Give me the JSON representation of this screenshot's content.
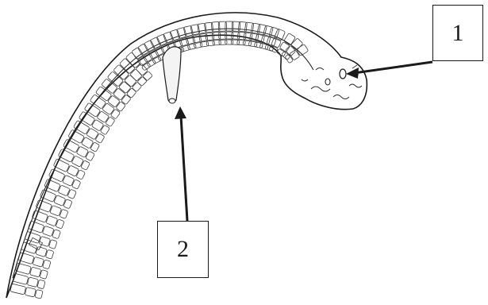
{
  "figure": {
    "labels": [
      {
        "id": "1",
        "text": "1",
        "target": "eye"
      },
      {
        "id": "2",
        "text": "2",
        "target": "tube"
      }
    ]
  }
}
